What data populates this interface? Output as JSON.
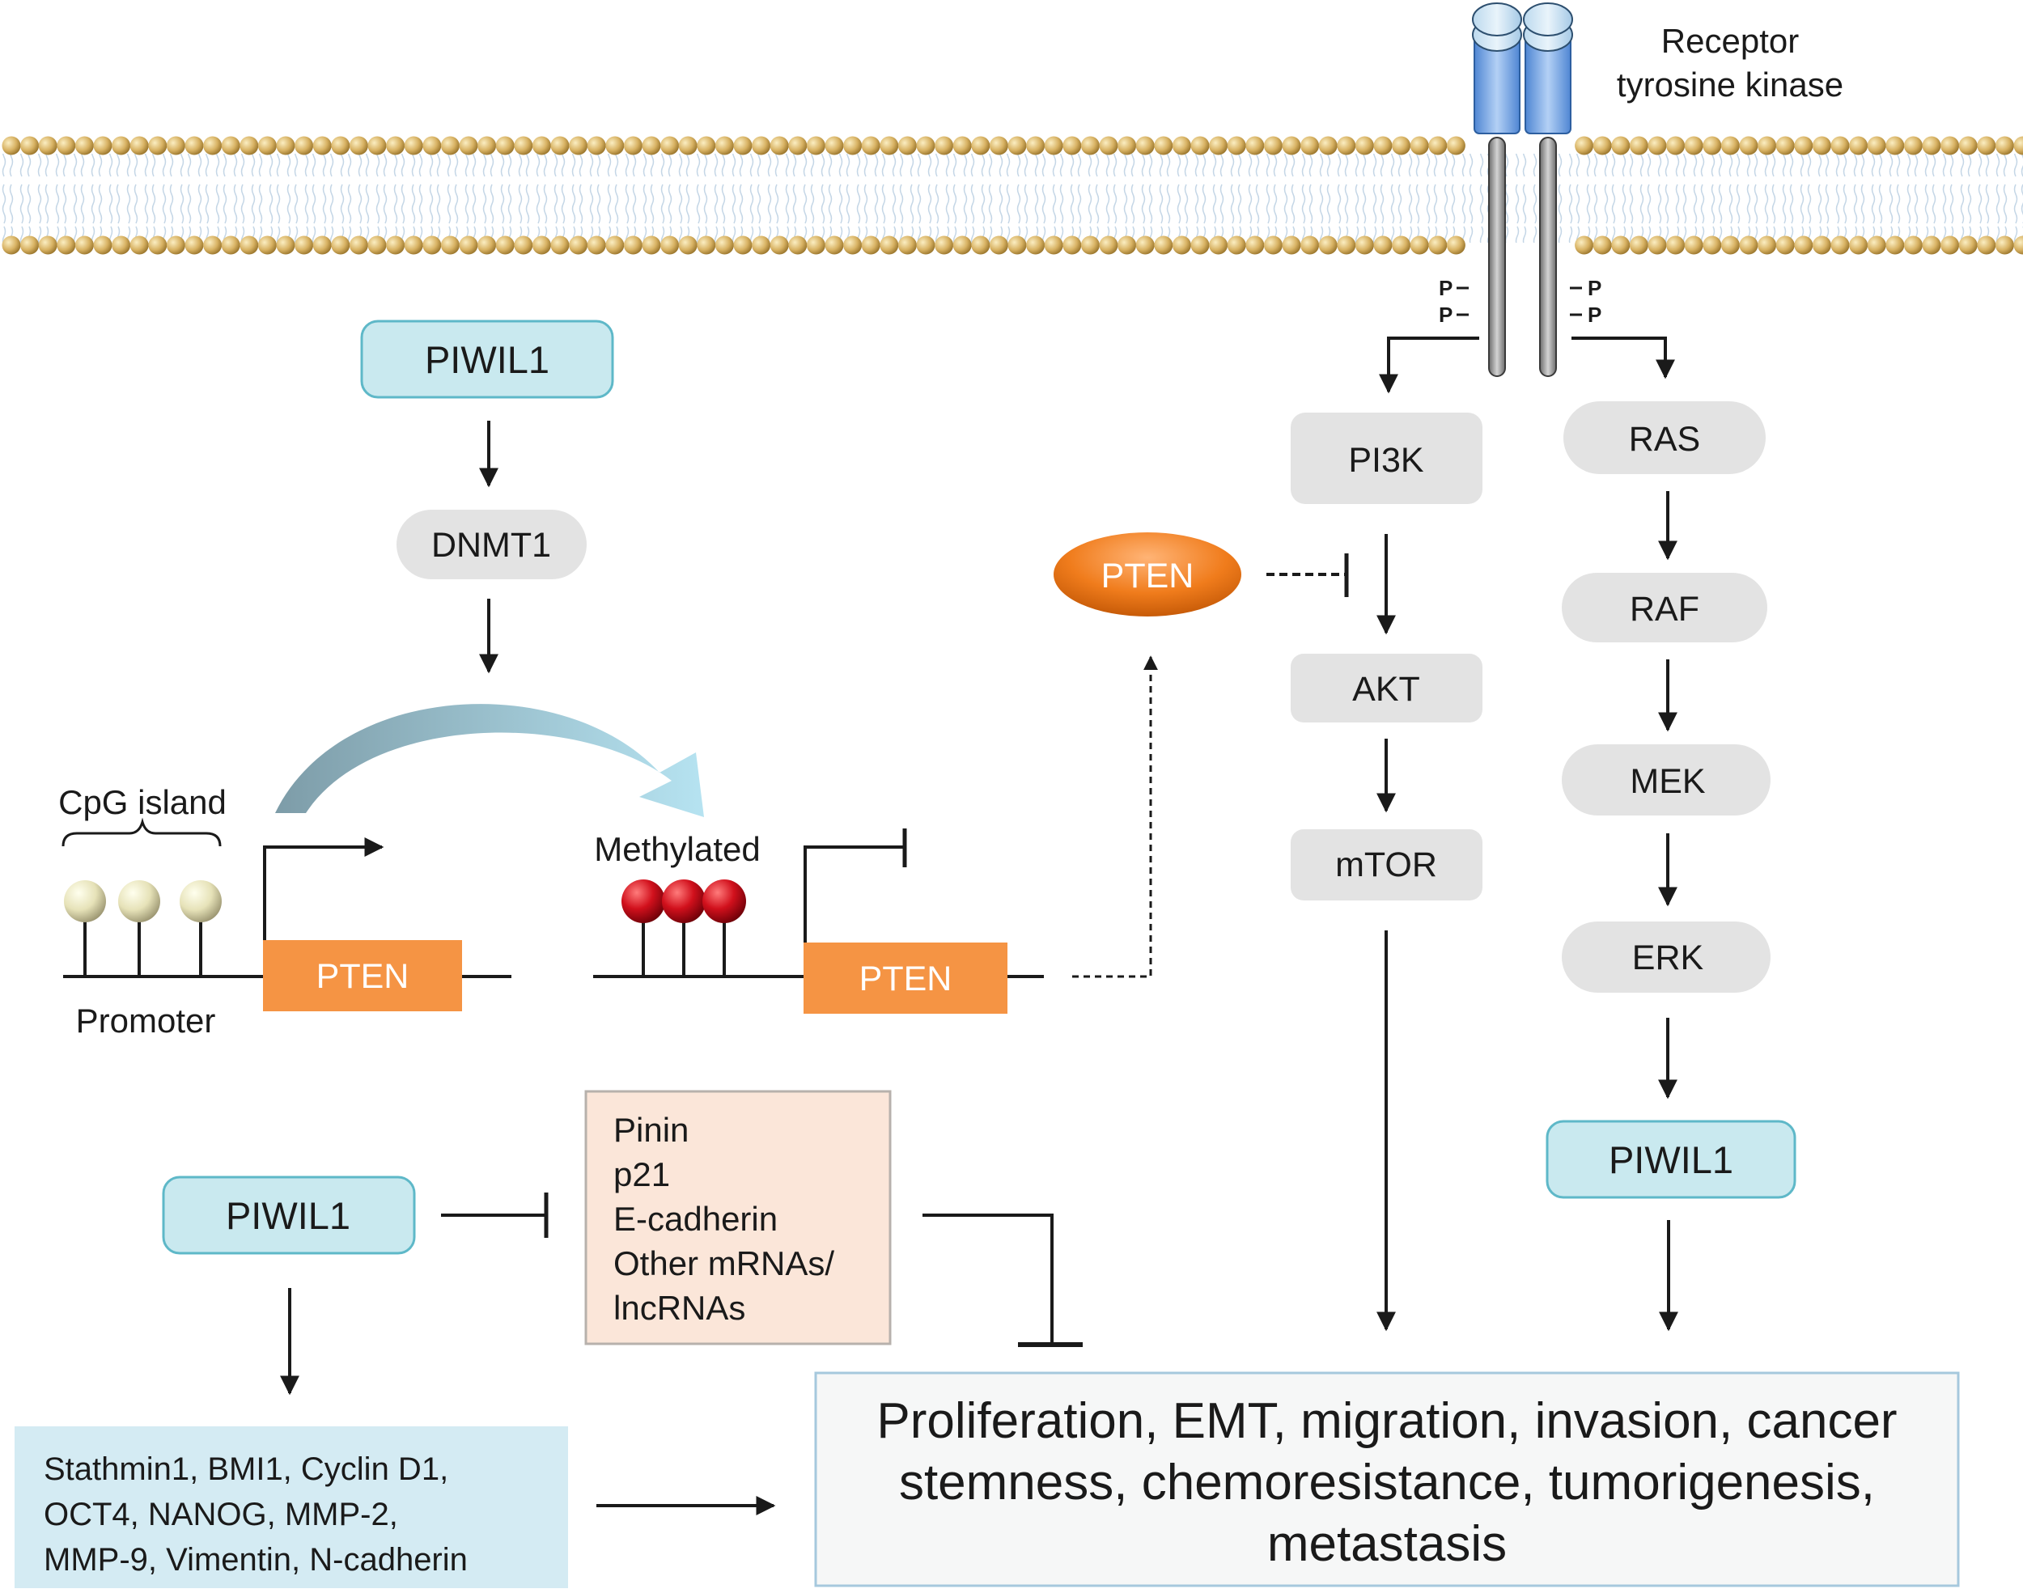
{
  "receptor": {
    "line1": "Receptor",
    "line2": "tyrosine kinase",
    "phospho": "P"
  },
  "top_piwil1": "PIWIL1",
  "dnmt1": "DNMT1",
  "cpg_label": "CpG island",
  "promoter_label": "Promoter",
  "methylated_label": "Methylated",
  "pten_gene_left": "PTEN",
  "pten_gene_right": "PTEN",
  "pten_protein": "PTEN",
  "pi3k_pathway": [
    "PI3K",
    "AKT",
    "mTOR"
  ],
  "mapk_pathway": [
    "RAS",
    "RAF",
    "MEK",
    "ERK"
  ],
  "mapk_piwil1": "PIWIL1",
  "bottom_piwil1": "PIWIL1",
  "suppressed_targets": [
    "Pinin",
    "p21",
    "E-cadherin",
    "Other mRNAs/",
    "lncRNAs"
  ],
  "upregulated_targets": [
    "Stathmin1, BMI1, Cyclin D1,",
    "OCT4, NANOG, MMP-2,",
    "MMP-9, Vimentin, N-cadherin"
  ],
  "outcome": [
    "Proliferation, EMT, migration, invasion, cancer",
    "stemness, chemoresistance, tumorigenesis,",
    "metastasis"
  ],
  "colors": {
    "piwil1_fill": "#c9e9ef",
    "piwil1_stroke": "#5eb8c8",
    "gray_node": "#e3e3e3",
    "pten_gene": "#f59444",
    "pten_protein": "#f07c1c",
    "suppressed_box": "#fbe6d9",
    "upregulated_box": "#d4ebf3",
    "outcome_box": "#f6f7f7",
    "outcome_stroke": "#a6c8dd",
    "membrane_bead": "#c9a14e",
    "receptor_blue": "#6ea2dc"
  }
}
